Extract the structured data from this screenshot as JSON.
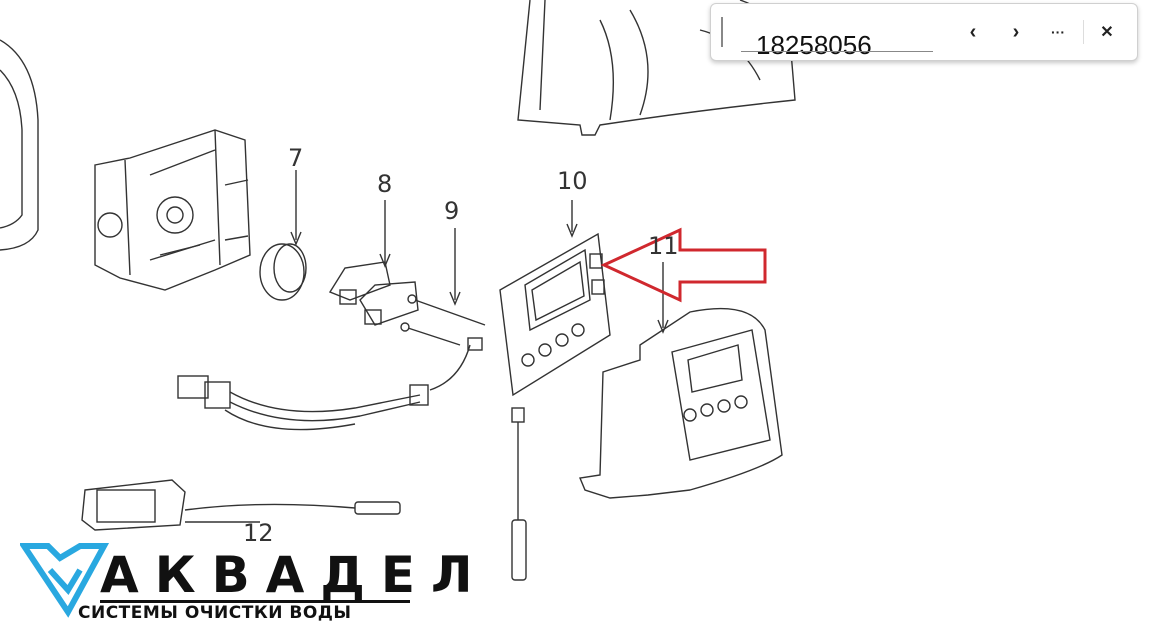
{
  "diagram": {
    "part_labels": [
      "7",
      "8",
      "9",
      "10",
      "11",
      "12"
    ],
    "highlight_color": "#d0282e"
  },
  "find_bar": {
    "query": "18258056",
    "prev_icon": "‹",
    "next_icon": "›",
    "more_icon": "···",
    "close_icon": "✕"
  },
  "logo": {
    "brand": "АКВАДЕЛ",
    "tagline": "СИСТЕМЫ ОЧИСТКИ ВОДЫ",
    "color": "#29a8e0"
  }
}
